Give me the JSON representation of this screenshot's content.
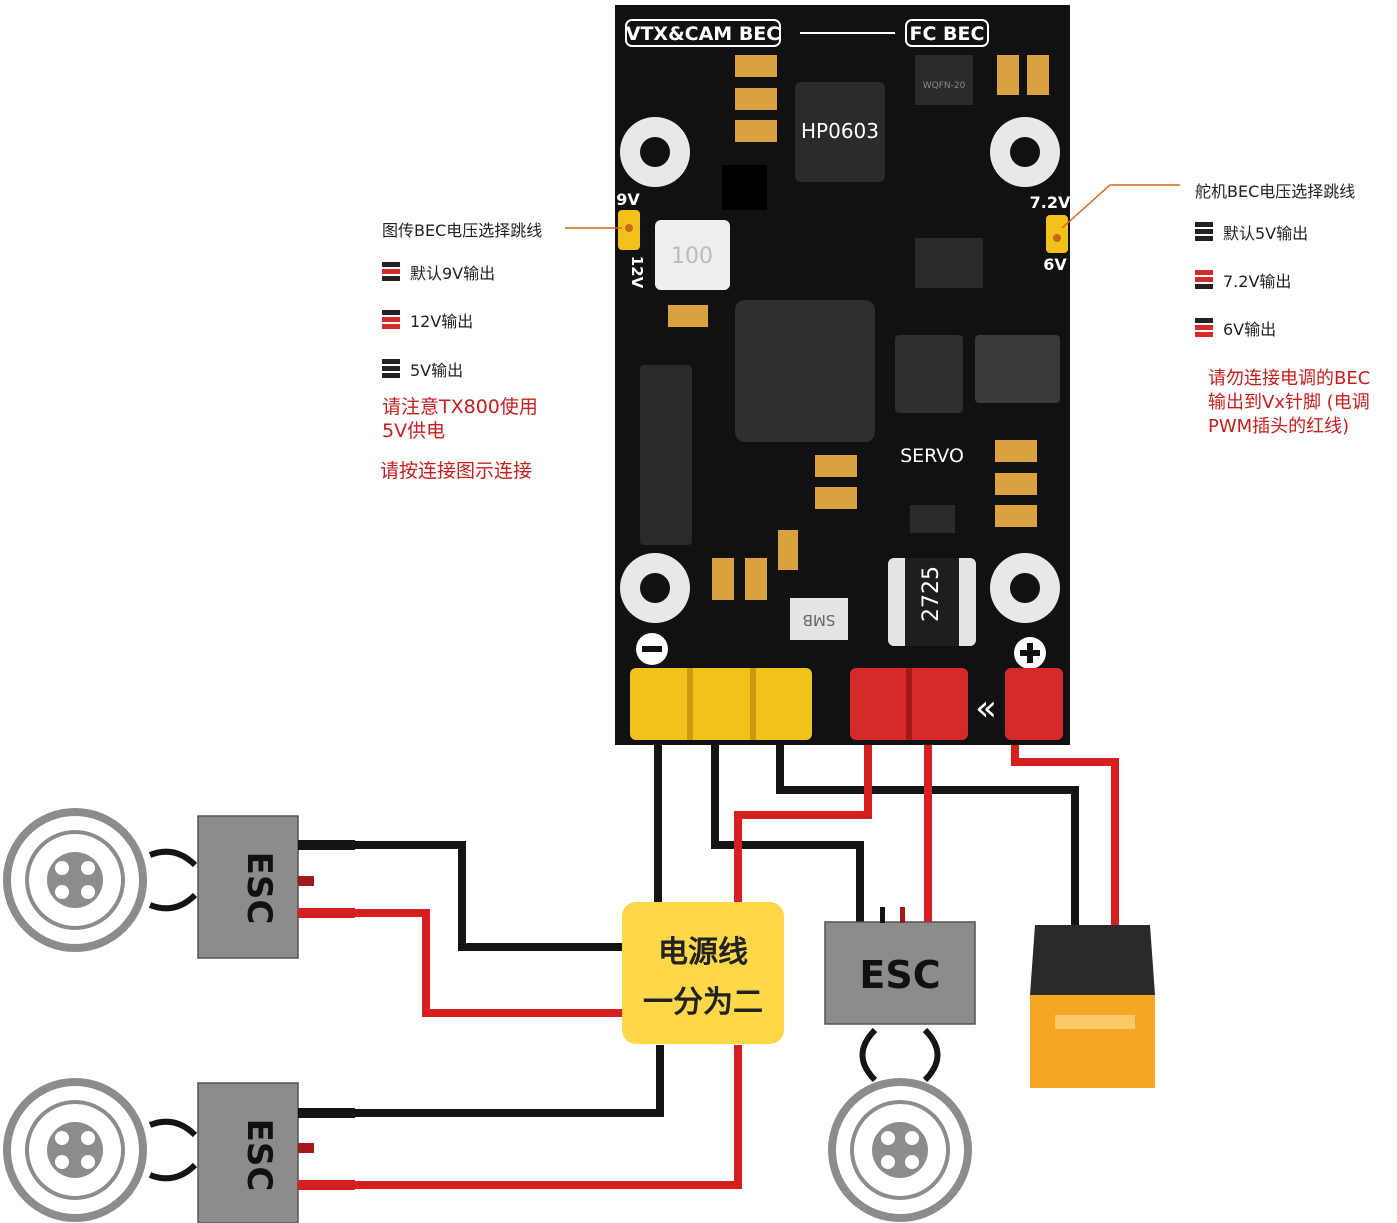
{
  "board": {
    "label_vtx_bec": "VTX&CAM BEC",
    "label_fc_bec": "FC BEC",
    "chip_main": "HP0603",
    "chip_small": "WQFN-20",
    "inductor_100": "100",
    "label_servo": "SERVO",
    "diode_label": "SMB",
    "inductor_2725": "2725",
    "jumper_left_top": "9V",
    "jumper_left_bottom": "12V",
    "jumper_right_top": "7.2V",
    "jumper_right_bottom": "6V",
    "minus_sign": "−",
    "plus_sign": "+",
    "arrow_glyph": "«"
  },
  "left_legend": {
    "title": "图传BEC电压选择跳线",
    "items": [
      {
        "label": "默认9V输出",
        "state": "top"
      },
      {
        "label": "12V输出",
        "state": "bottom"
      },
      {
        "label": "5V输出",
        "state": "none"
      }
    ],
    "warnings": [
      "请注意TX800使用",
      "5V供电",
      "请按连接图示连接"
    ]
  },
  "right_legend": {
    "title": "舵机BEC电压选择跳线",
    "items": [
      {
        "label": "默认5V输出",
        "state": "none"
      },
      {
        "label": "7.2V输出",
        "state": "top"
      },
      {
        "label": "6V输出",
        "state": "bottom"
      }
    ],
    "warning_lines": [
      "请勿连接电调的BEC",
      "输出到Vx针脚 (电调",
      "PWM插头的红线)"
    ]
  },
  "splitter": {
    "line1": "电源线",
    "line2": "一分为二"
  },
  "esc_label": "ESC",
  "colors": {
    "pcb": "#111111",
    "connector_yellow": "#f2c21b",
    "connector_red": "#d42a2a",
    "wire_black": "#141414",
    "wire_red": "#d81f1f",
    "splitter_bg": "#ffd84a",
    "esc_gray": "#8c8c8c",
    "xt_orange": "#f5a623",
    "leader_orange": "#d9651e",
    "warning_red": "#c81e1e"
  }
}
